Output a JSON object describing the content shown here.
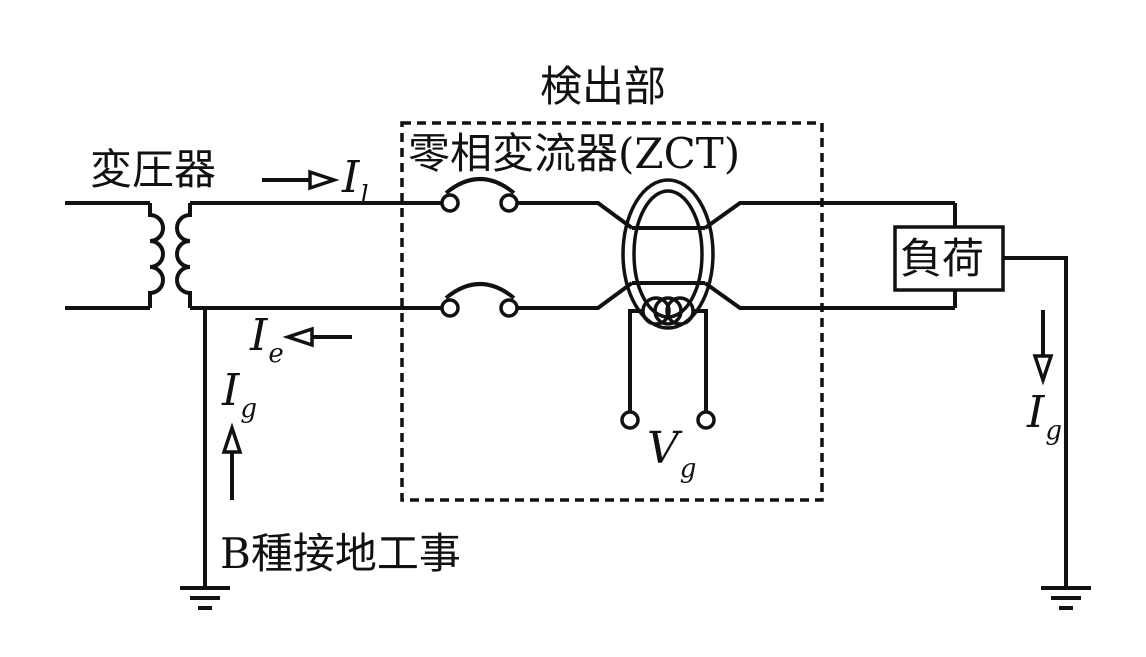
{
  "labels": {
    "detector": "検出部",
    "zct": "零相変流器(ZCT)",
    "transformer": "変圧器",
    "load": "負荷",
    "grounding": "B種接地工事"
  },
  "currents": {
    "il_main": "I",
    "il_sub": "l",
    "ie_main": "I",
    "ie_sub": "e",
    "ig_left_main": "I",
    "ig_left_sub": "g",
    "ig_right_main": "I",
    "ig_right_sub": "g",
    "vg_main": "V",
    "vg_sub": "g"
  }
}
